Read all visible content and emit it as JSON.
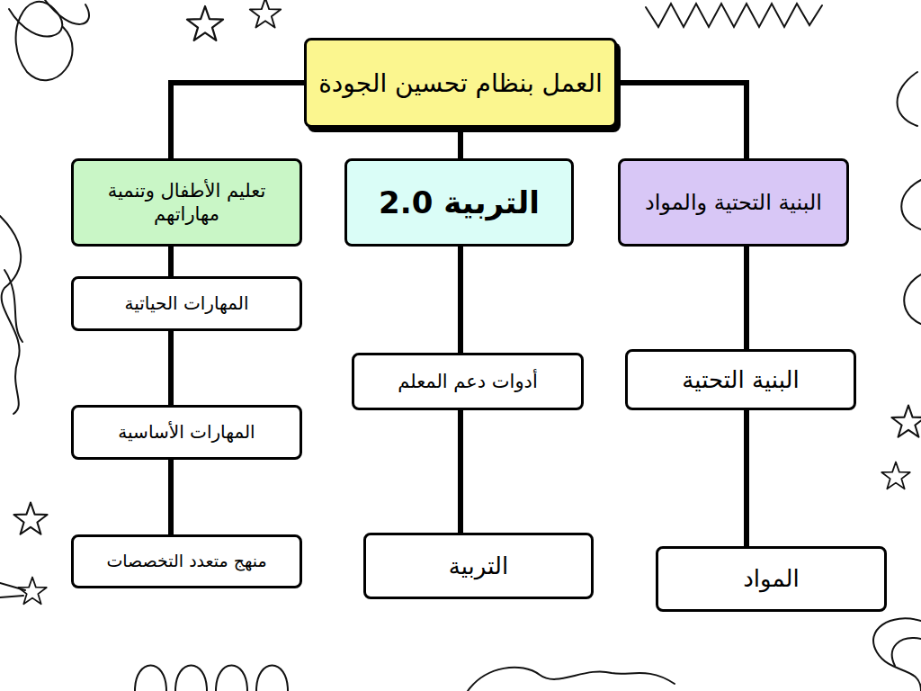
{
  "diagram": {
    "nodes": [
      {
        "text": [
          "العمل بنظام تحسين الجودة"
        ]
      },
      {
        "text": [
          "البنية التحتية والمواد"
        ]
      },
      {
        "text": [
          "البنية التحتية"
        ]
      },
      {
        "text": [
          "المواد"
        ]
      },
      {
        "text": [
          "التربية 2.0"
        ]
      },
      {
        "text": [
          "أدوات دعم المعلم"
        ]
      },
      {
        "text": [
          "التربية"
        ]
      },
      {
        "text": [
          "تعليم الأطفال وتنمية مهاراتهم"
        ]
      },
      {
        "text": [
          "المهارات الحياتية"
        ]
      },
      {
        "text": [
          "المهارات الأساسية"
        ]
      },
      {
        "text": [
          "منهج متعدد التخصصات"
        ]
      }
    ],
    "edges": [
      {
        "from": 0,
        "to": 1,
        "arrow": "none"
      },
      {
        "from": 0,
        "to": 4,
        "arrow": "none"
      },
      {
        "from": 0,
        "to": 7,
        "arrow": "none"
      },
      {
        "from": 1,
        "to": 2,
        "arrow": "none"
      },
      {
        "from": 2,
        "to": 3,
        "arrow": "none"
      },
      {
        "from": 4,
        "to": 5,
        "arrow": "none"
      },
      {
        "from": 5,
        "to": 6,
        "arrow": "none"
      },
      {
        "from": 7,
        "to": 8,
        "arrow": "none"
      },
      {
        "from": 8,
        "to": 9,
        "arrow": "none"
      },
      {
        "from": 9,
        "to": 10,
        "arrow": "none"
      }
    ]
  }
}
